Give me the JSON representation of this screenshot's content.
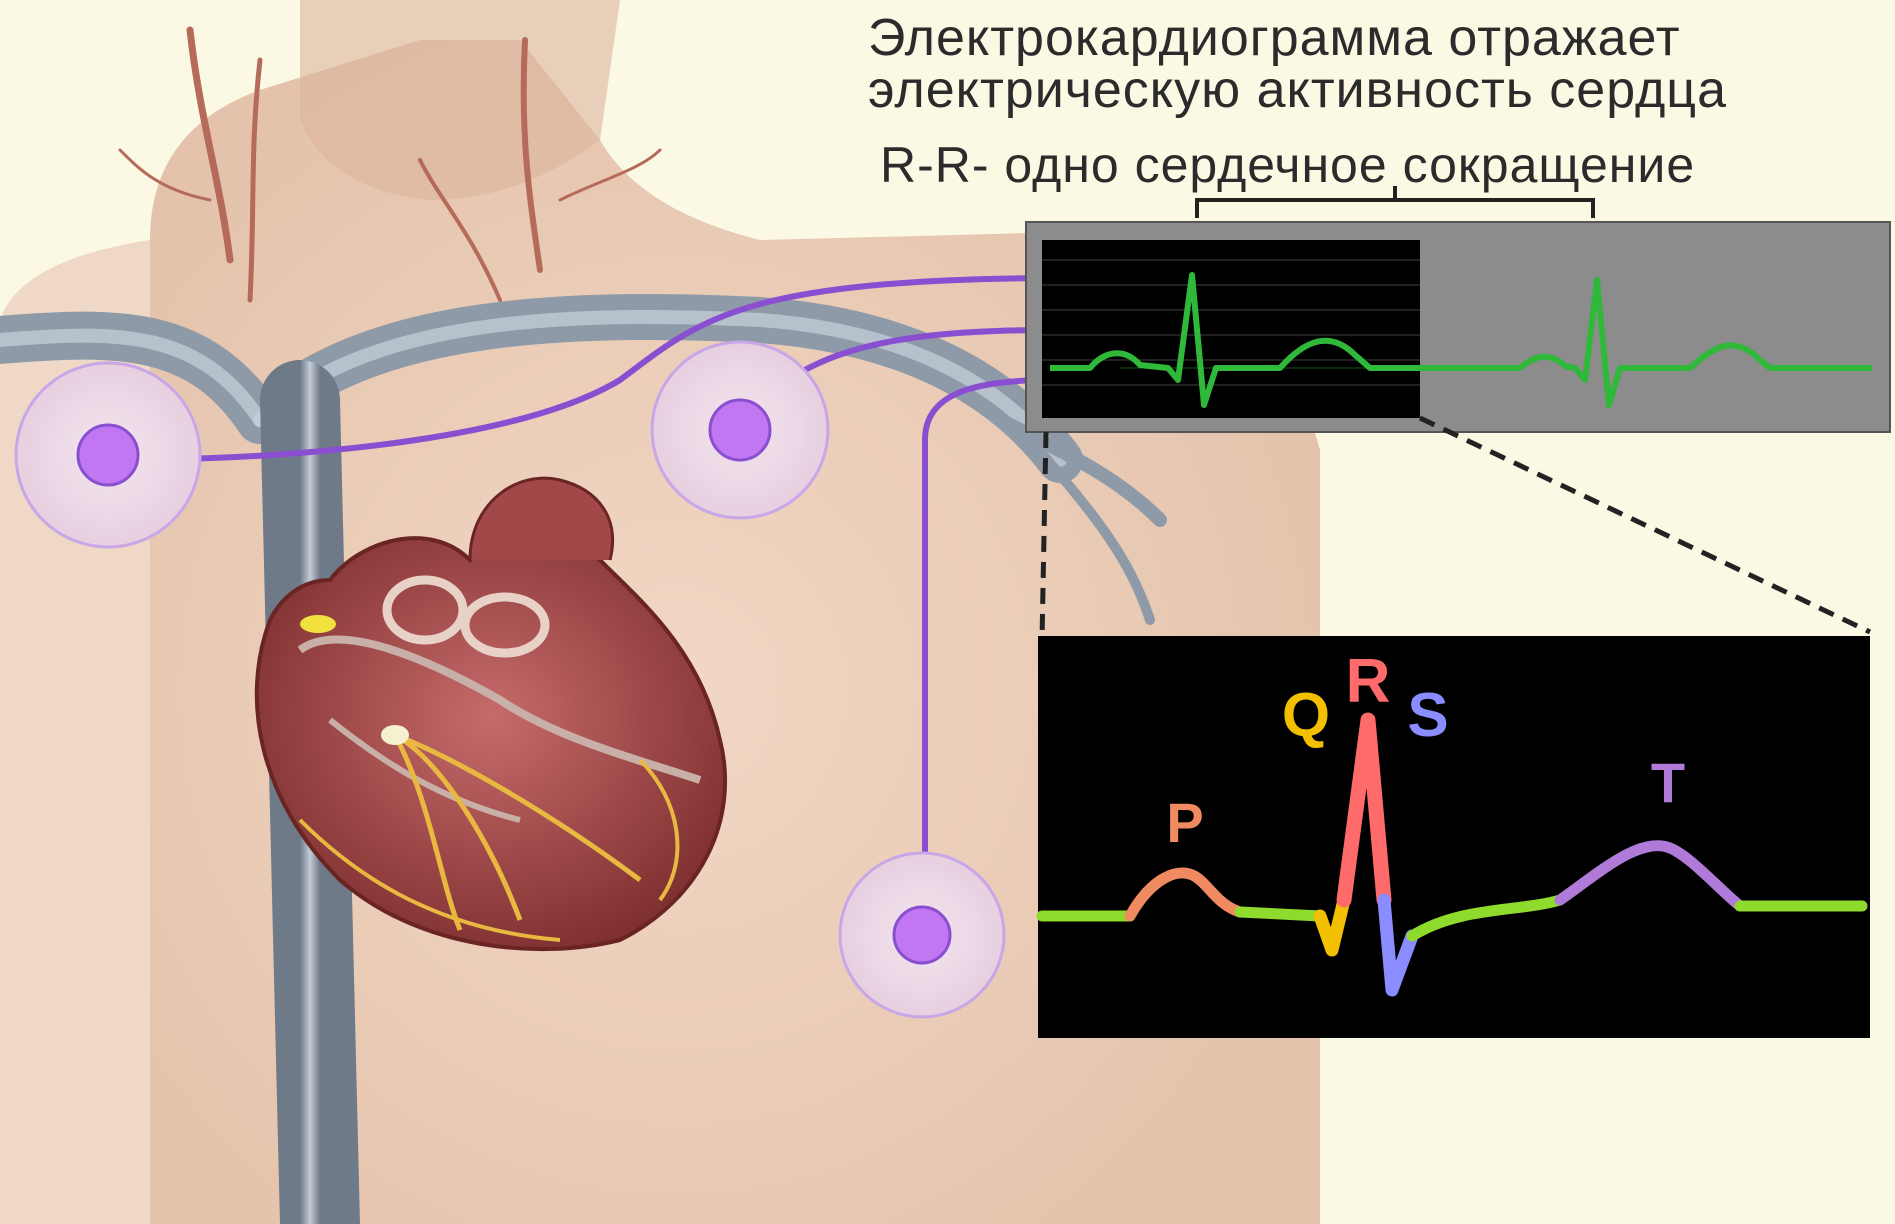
{
  "title": {
    "line1": "Электрокардиограмма отражает",
    "line2": "электрическую активность сердца"
  },
  "rr_label": "R-R- одно сердечное сокращение",
  "waves": {
    "P": "P",
    "Q": "Q",
    "R": "R",
    "S": "S",
    "T": "T"
  },
  "colors": {
    "background": "#fbf8e4",
    "skin": "#e8c9b4",
    "vessel": "#8e9aa8",
    "electrode": "#b36ef0",
    "wire": "#8a4fd0",
    "ecg_green": "#2fd43a",
    "wave_p": "#f08a60",
    "wave_q": "#f2c000",
    "wave_r": "#ff6a6a",
    "wave_s": "#8a8cff",
    "wave_t": "#b07ad8",
    "baseline": "#8edb2e"
  }
}
